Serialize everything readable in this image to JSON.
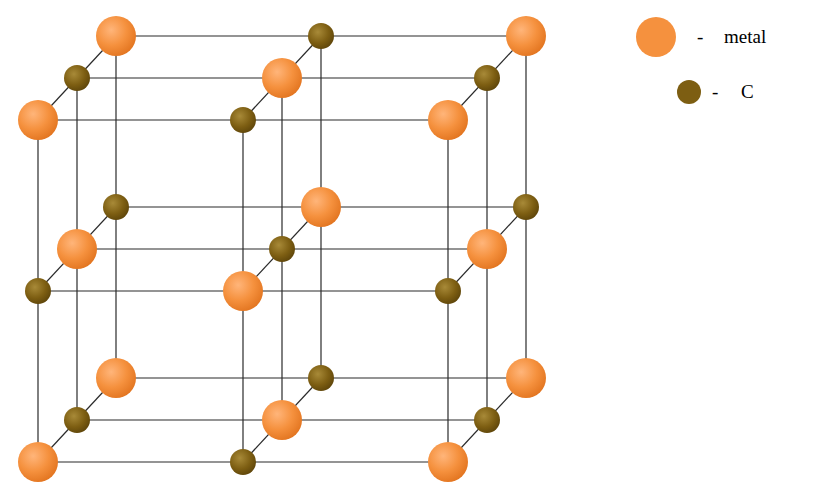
{
  "diagram": {
    "labels": [
      "-",
      "-"
    ],
    "legend": [
      {
        "text": "metal",
        "color": "#f5913e"
      },
      {
        "text": "C",
        "color": "#7d5e12"
      }
    ]
  }
}
